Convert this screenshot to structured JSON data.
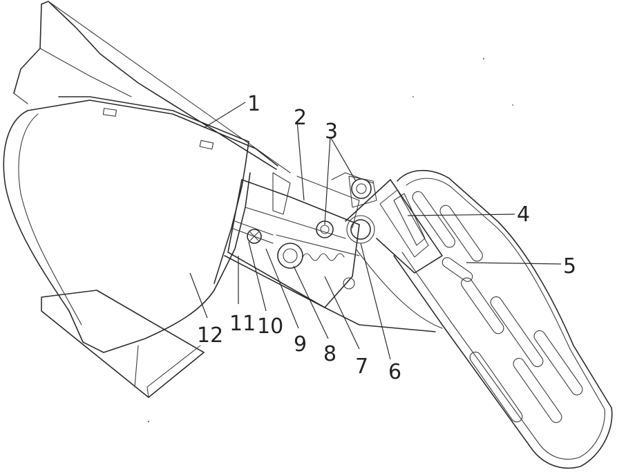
{
  "figure": {
    "background": "#ffffff",
    "ink_color": "#2a2a2a",
    "style": "patent line drawing (pencil sketch)"
  },
  "labels": {
    "n1": "1",
    "n2": "2",
    "n3": "3",
    "n4": "4",
    "n5": "5",
    "n6": "6",
    "n7": "7",
    "n8": "8",
    "n9": "9",
    "n10": "10",
    "n11": "11",
    "n12": "12"
  }
}
